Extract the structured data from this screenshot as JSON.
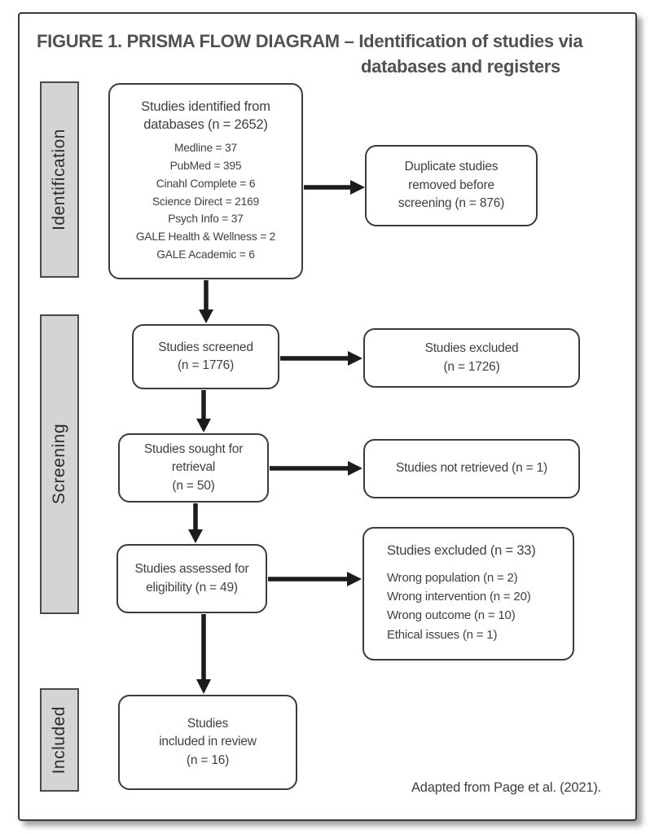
{
  "figure": {
    "title_lines": [
      "FIGURE 1. PRISMA FLOW DIAGRAM – Identification of studies via",
      "databases and registers"
    ],
    "credit": "Adapted from Page et al. (2021)."
  },
  "stages": [
    {
      "id": "identification",
      "label": "Identification"
    },
    {
      "id": "screening",
      "label": "Screening"
    },
    {
      "id": "included",
      "label": "Included"
    }
  ],
  "boxes": {
    "identified": {
      "title_lines": [
        "Studies identified from",
        "databases (n = 2652)"
      ],
      "sources": [
        "Medline = 37",
        "PubMed = 395",
        "Cinahl Complete = 6",
        "Science Direct = 2169",
        "Psych Info = 37",
        "GALE Health & Wellness = 2",
        "GALE Academic = 6"
      ]
    },
    "duplicates": {
      "lines": [
        "Duplicate studies",
        "removed before",
        "screening (n = 876)"
      ]
    },
    "screened": {
      "lines": [
        "Studies screened",
        "(n = 1776)"
      ]
    },
    "excluded_screening": {
      "lines": [
        "Studies excluded",
        "(n = 1726)"
      ]
    },
    "sought": {
      "lines": [
        "Studies sought for",
        "retrieval",
        "(n = 50)"
      ]
    },
    "not_retrieved": {
      "lines": [
        "Studies not retrieved (n = 1)"
      ]
    },
    "assessed": {
      "lines": [
        "Studies assessed for",
        "eligibility (n = 49)"
      ]
    },
    "excluded_eligibility": {
      "title": "Studies excluded (n = 33)",
      "reasons": [
        "Wrong population (n = 2)",
        "Wrong intervention (n = 20)",
        "Wrong outcome (n = 10)",
        "Ethical issues (n = 1)"
      ]
    },
    "included": {
      "lines": [
        "Studies",
        "included in review",
        "(n = 16)"
      ]
    }
  },
  "colors": {
    "text": "#3f3f3f",
    "title_text": "#515151",
    "box_border": "#3b3b3b",
    "frame_border": "#3a3a3a",
    "stage_fill": "#d4d4d4",
    "arrow": "#1c1c1c"
  }
}
